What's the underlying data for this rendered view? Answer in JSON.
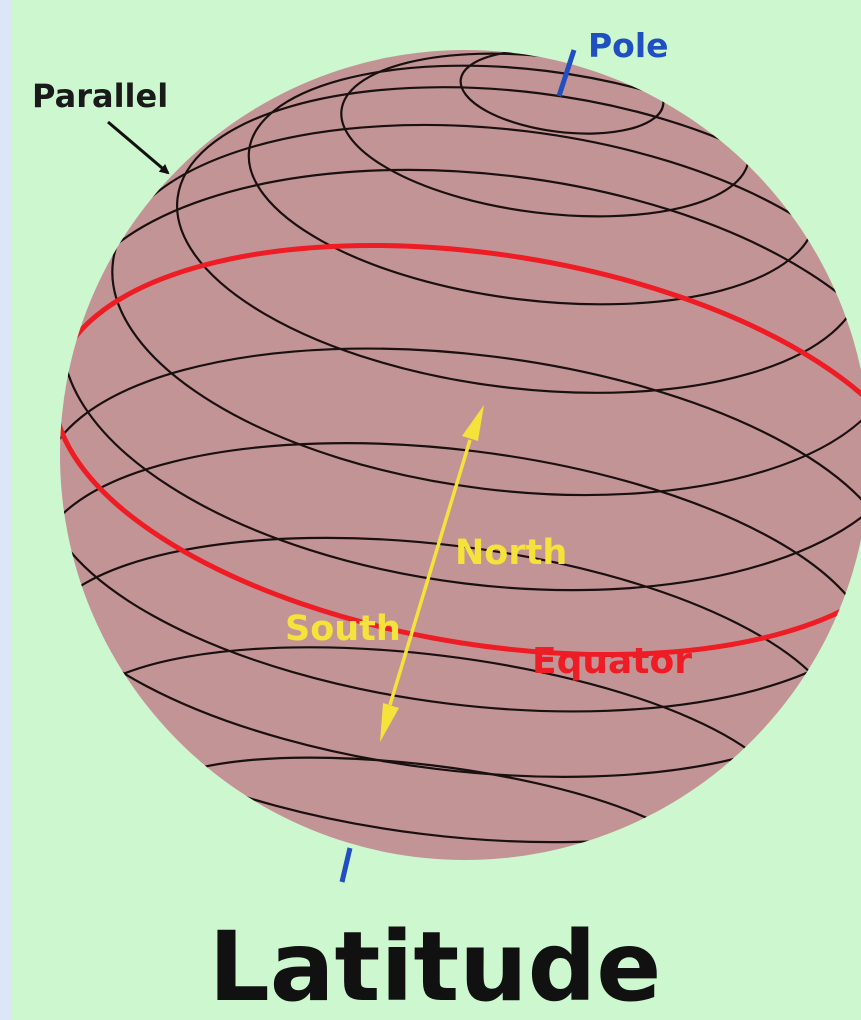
{
  "labels": {
    "pole": "Pole",
    "parallel": "Parallel",
    "north": "North",
    "south": "South",
    "equator": "Equator",
    "title": "Latitude"
  },
  "colors": {
    "frame_background": "#dbe6f7",
    "panel_background": "#ccf7cf",
    "globe_fill": "#c39496",
    "parallel_line": "#1a1010",
    "equator_line": "#ee1c24",
    "pole_marker": "#1f4fc0",
    "arrow_and_direction_text": "#f5e23a",
    "title_text": "#111111",
    "parallel_text": "#1a1a1a"
  }
}
